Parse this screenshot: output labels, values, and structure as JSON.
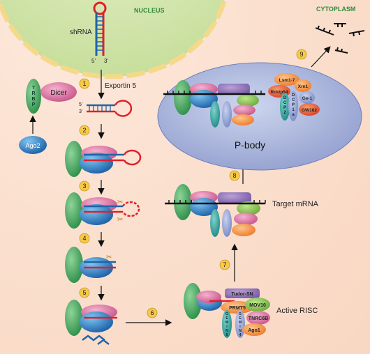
{
  "regions": {
    "nucleus": "NUCLEUS",
    "cytoplasm": "CYTOPLASM",
    "pbody": "P-body"
  },
  "labels": {
    "shrna": "shRNA",
    "five_prime": "5'",
    "three_prime": "3'",
    "exportin": "Exportin 5",
    "target_mrna": "Target mRNA",
    "active_risc": "Active RISC"
  },
  "proteins": {
    "dicer": "Dicer",
    "trbp": "TRBP",
    "ago2": "Ago2",
    "tudor": "Tudor-SN",
    "prmt5": "PRMT5",
    "mov10": "MOV10",
    "tnrc6b": "TNRC6B",
    "ago1": "Ago1",
    "gemin5": "GEMIN5",
    "gemin4": "GEMIN4",
    "lsm": "Lsm1-7",
    "rck": "Rck/p54",
    "xrn1": "Xrn1",
    "ge1": "Ge-1",
    "gw182": "GW182",
    "dcp1a": "DCP1a",
    "dcp2": "DCP2"
  },
  "steps": [
    "1",
    "2",
    "3",
    "4",
    "5",
    "6",
    "7",
    "8",
    "9"
  ],
  "colors": {
    "nucleus": "#cfe3a6",
    "nucleus_border": "#f4d98b",
    "region_text": "#2f8a3a",
    "step_fill": "#f6c94a",
    "pbody": "#a9b6d8",
    "rna_blue": "#1f64a8",
    "rna_red": "#e0202a"
  }
}
